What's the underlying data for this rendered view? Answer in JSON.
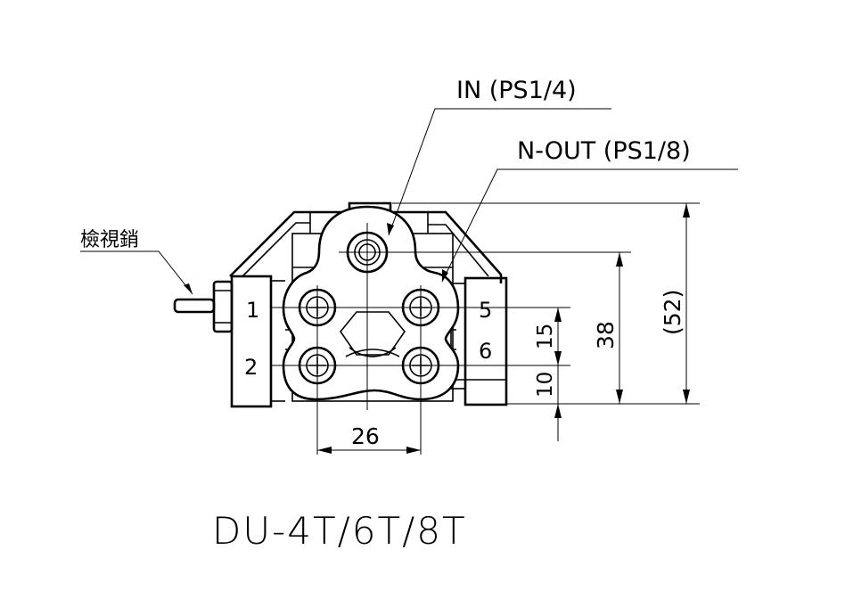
{
  "labels": {
    "in_port": "IN (PS1/4)",
    "n_out_port": "N-OUT (PS1/8)",
    "inspection_pin": "檢視銷",
    "model": "DU-4T/6T/8T"
  },
  "port_numbers": [
    "1",
    "2",
    "5",
    "6"
  ],
  "dimensions": {
    "width_26": "26",
    "height_38": "38",
    "height_52": "(52)",
    "pitch_15": "15",
    "offset_10": "10"
  }
}
